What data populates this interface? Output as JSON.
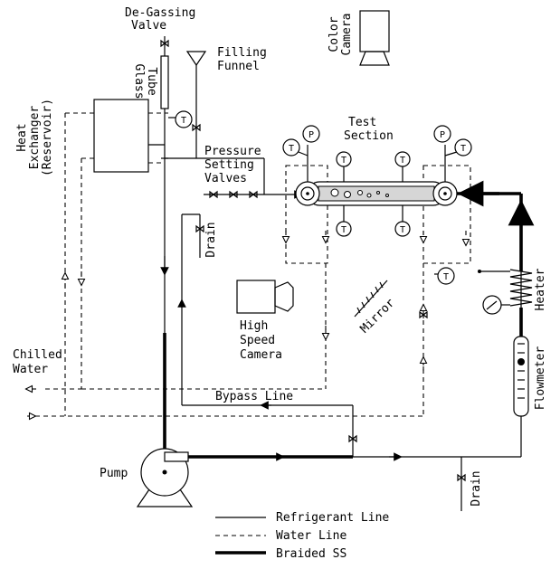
{
  "labels": {
    "degassing_valve": [
      "De-Gassing",
      "Valve"
    ],
    "glass_tube": [
      "Glass",
      "Tube"
    ],
    "filling_funnel": [
      "Filling",
      "Funnel"
    ],
    "color_camera": [
      "Color",
      "Camera"
    ],
    "heat_exchanger": [
      "Heat",
      "Exchanger",
      "(Reservoir)"
    ],
    "test_section": [
      "Test",
      "Section"
    ],
    "pressure_valves": [
      "Pressure",
      "Setting",
      "Valves"
    ],
    "drain_top": "Drain",
    "drain_bottom": "Drain",
    "high_speed_camera": [
      "High",
      "Speed",
      "Camera"
    ],
    "mirror": "Mirror",
    "heater": "Heater",
    "flowmeter": "Flowmeter",
    "chilled_water": [
      "Chilled",
      "Water"
    ],
    "bypass_line": "Bypass Line",
    "pump": "Pump"
  },
  "gauges": {
    "temperature": "T",
    "pressure": "P"
  },
  "legend": {
    "refrigerant": "Refrigerant Line",
    "water": "Water Line",
    "braided": "Braided SS"
  }
}
